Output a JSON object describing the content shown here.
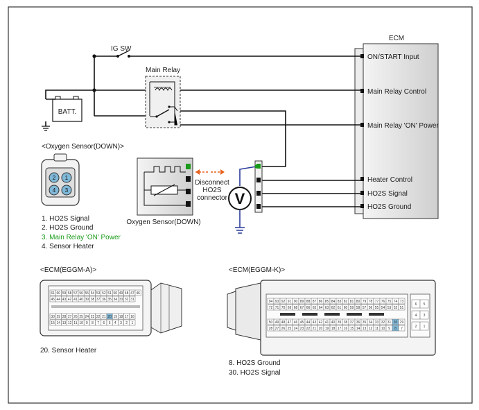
{
  "ecm": {
    "title": "ECM",
    "pins": [
      "ON/START Input",
      "Main Relay Control",
      "Main Relay 'ON' Power",
      "Heater Control",
      "HO2S  Signal",
      "HO2S  Ground"
    ]
  },
  "circuit": {
    "ig_sw": "IG SW",
    "battery": "BATT.",
    "main_relay": "Main Relay",
    "disconnect_lines": [
      "Disconnect",
      "HO2S",
      "connector"
    ],
    "meter_symbol": "V",
    "sensor_caption": "Oxygen Sensor(DOWN)"
  },
  "sensor_connector": {
    "title": "<Oxygen Sensor(DOWN)>",
    "pin_numbers": [
      "2",
      "1",
      "4",
      "3"
    ],
    "legend": [
      "1. HO2S Signal",
      "2. HO2S Ground",
      "3. Main Relay 'ON' Power",
      "4. Sensor Heater"
    ]
  },
  "ecm_a": {
    "title": "<ECM(EGGM-A)>",
    "row1": [
      "61",
      "60",
      "59",
      "58",
      "57",
      "56",
      "55",
      "54",
      "53",
      "52",
      "51",
      "50",
      "49",
      "48",
      "47",
      "46"
    ],
    "row2": [
      "45",
      "44",
      "43",
      "42",
      "41",
      "40",
      "39",
      "38",
      "37",
      "36",
      "35",
      "34",
      "33",
      "32",
      "31"
    ],
    "row3": [
      "30",
      "29",
      "28",
      "27",
      "26",
      "25",
      "24",
      "23",
      "22",
      "21",
      "20",
      "19",
      "18",
      "17",
      "16"
    ],
    "row4": [
      "15",
      "14",
      "13",
      "12",
      "11",
      "10",
      "9",
      "8",
      "7",
      "6",
      "5",
      "4",
      "3",
      "2",
      "1"
    ],
    "highlight_pin": "20",
    "note": "20. Sensor Heater"
  },
  "ecm_k": {
    "title": "<ECM(EGGM-K)>",
    "row1": [
      "94",
      "93",
      "92",
      "91",
      "90",
      "89",
      "88",
      "87",
      "86",
      "85",
      "84",
      "83",
      "82",
      "81",
      "80",
      "79",
      "78",
      "77",
      "76",
      "75",
      "74",
      "73"
    ],
    "row2": [
      "72",
      "71",
      "70",
      "69",
      "68",
      "67",
      "66",
      "65",
      "64",
      "63",
      "62",
      "61",
      "60",
      "59",
      "58",
      "57",
      "56",
      "55",
      "54",
      "53",
      "52",
      "51"
    ],
    "row3": [
      "50",
      "49",
      "48",
      "47",
      "46",
      "45",
      "44",
      "43",
      "42",
      "41",
      "40",
      "39",
      "38",
      "37",
      "36",
      "35",
      "34",
      "33",
      "32",
      "31",
      "30",
      "29"
    ],
    "row4": [
      "28",
      "27",
      "26",
      "25",
      "24",
      "23",
      "22",
      "21",
      "20",
      "19",
      "18",
      "17",
      "16",
      "15",
      "14",
      "13",
      "12",
      "11",
      "10",
      "9",
      "8",
      "7"
    ],
    "side_pins": [
      "6",
      "5",
      "4",
      "3",
      "2",
      "1"
    ],
    "highlight_pins": [
      "8",
      "30"
    ],
    "notes": [
      "8. HO2S Ground",
      "30. HO2S Signal"
    ]
  },
  "colors": {
    "wire": "#111111",
    "highlight_green": "#1a9a1a",
    "arrow_orange": "#e8601c",
    "ground_blue": "#2a3a9a",
    "pin_highlight": "#7fb8d8",
    "connector_fill": "#e6e6e6"
  }
}
